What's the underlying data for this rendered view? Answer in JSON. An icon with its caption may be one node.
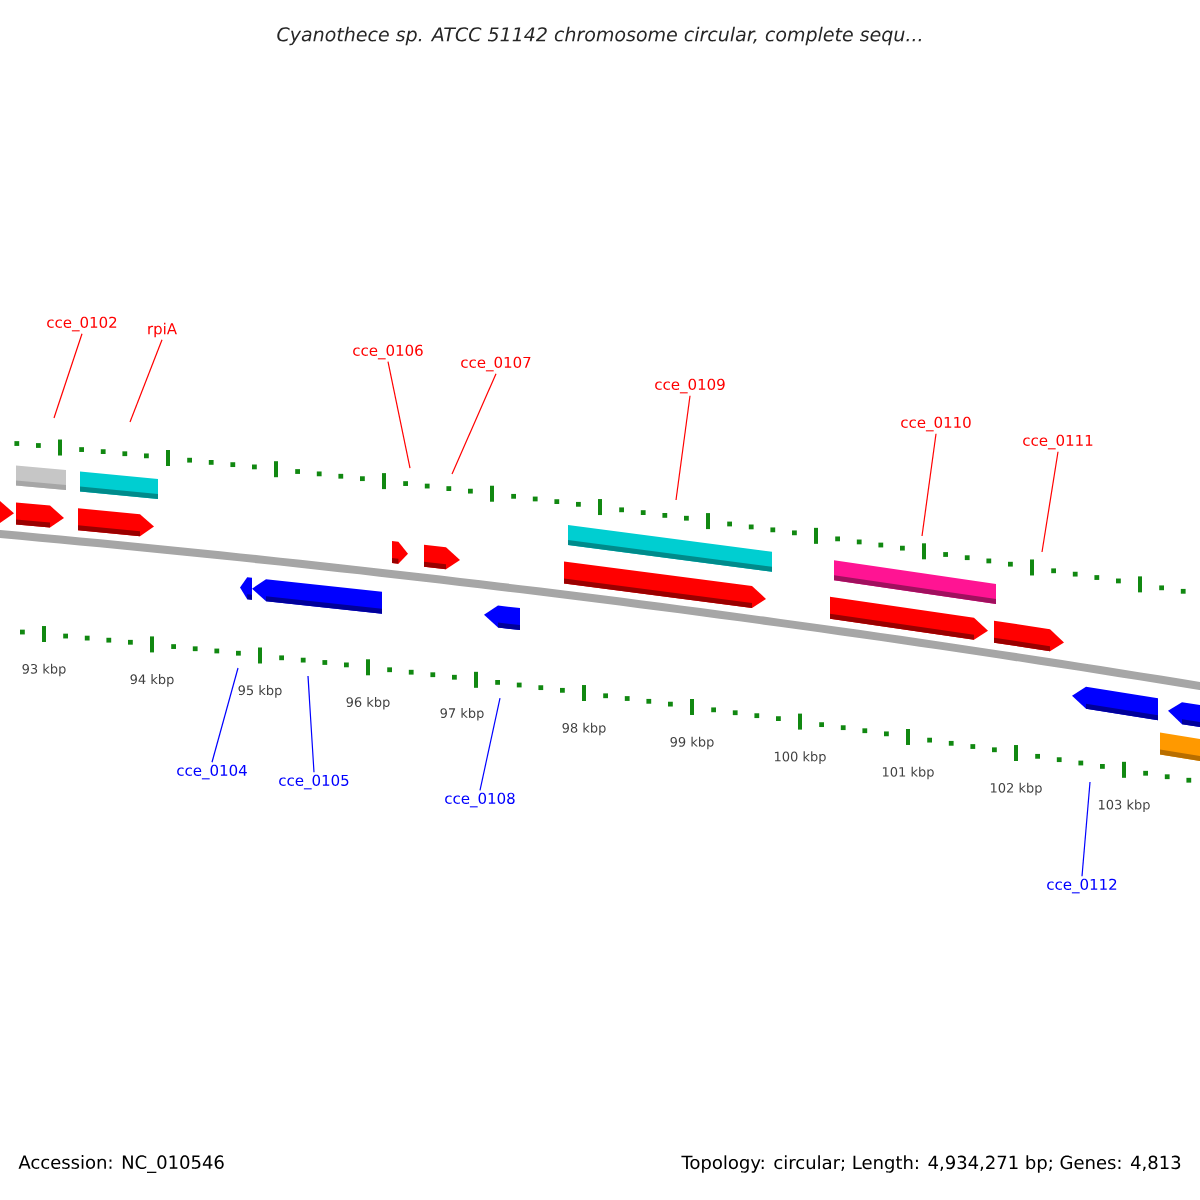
{
  "diagram": {
    "title": "Cyanothece sp. ATCC 51142 chromosome circular, complete sequ...",
    "nodes": [
      {
        "text": [
          "cce_0102"
        ]
      },
      {
        "text": [
          "rpiA"
        ]
      },
      {
        "text": [
          "cce_0106"
        ]
      },
      {
        "text": [
          "cce_0107"
        ]
      },
      {
        "text": [
          "cce_0109"
        ]
      },
      {
        "text": [
          "cce_0110"
        ]
      },
      {
        "text": [
          "cce_0111"
        ]
      },
      {
        "text": [
          "cce_0104"
        ]
      },
      {
        "text": [
          "cce_0105"
        ]
      },
      {
        "text": [
          "cce_0108"
        ]
      },
      {
        "text": [
          "cce_0112"
        ]
      }
    ],
    "edges": [
      {
        "from": 0,
        "to": null,
        "arrow": "none"
      },
      {
        "from": 1,
        "to": null,
        "arrow": "none"
      },
      {
        "from": 2,
        "to": null,
        "arrow": "none"
      },
      {
        "from": 3,
        "to": null,
        "arrow": "none"
      },
      {
        "from": 4,
        "to": null,
        "arrow": "none"
      },
      {
        "from": 5,
        "to": null,
        "arrow": "none"
      },
      {
        "from": 6,
        "to": null,
        "arrow": "none"
      },
      {
        "from": 7,
        "to": null,
        "arrow": "none",
        "color": "#0000ff"
      },
      {
        "from": 8,
        "to": null,
        "arrow": "none",
        "color": "#0000ff"
      },
      {
        "from": 9,
        "to": null,
        "arrow": "none",
        "color": "#0000ff"
      },
      {
        "from": 10,
        "to": null,
        "arrow": "none",
        "color": "#0000ff"
      }
    ],
    "labels": [
      "93 kbp",
      "94 kbp",
      "95 kbp",
      "96 kbp",
      "97 kbp",
      "98 kbp",
      "99 kbp",
      "100 kbp",
      "101 kbp",
      "102 kbp",
      "103 kbp",
      "Accession: NC_010546",
      "Topology: circular; Length: 4,934,271 bp; Genes: 4,813"
    ]
  }
}
